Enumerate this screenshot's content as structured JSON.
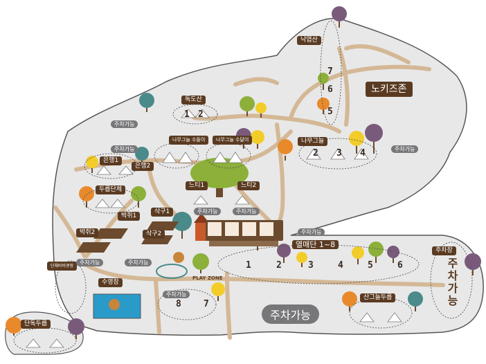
{
  "labels": {
    "dokdo": "독도산",
    "nakyeop": "낙엽산",
    "namugeuneul": "나무그늘",
    "namugeuneul_sudori": "나무그늘 수돌이",
    "namugeuneul_sunari": "나무그늘 수달이",
    "eunhaeng": "은행1",
    "eunhaeng2": "은행2",
    "dancheong": "두릅단체",
    "bakjwi": "박쥐1",
    "baljwi2": "박쥐2",
    "neuti1": "느티1",
    "neuti2": "느티2",
    "sagu1": "삭구1",
    "sagu2": "삭구2",
    "yeolmae": "열매단 1~8",
    "sangeuneul": "산그늘두릅",
    "danjok": "단독두릅",
    "suyeong": "수영장",
    "parking_lot": "주차장",
    "nokids": "노키즈존",
    "play_zone": "PLAY ZONE",
    "sauna": "단체바비큐장"
  },
  "parking": {
    "small": "주차가능",
    "big": "주차가능",
    "vertical": "주차가능"
  },
  "numbers": {
    "dokdo": [
      "1",
      "2"
    ],
    "nakyeop": [
      "7",
      "6",
      "5"
    ],
    "namu": [
      "2",
      "3",
      "4"
    ],
    "yeolmae": [
      "1",
      "2",
      "3",
      "4",
      "5",
      "6"
    ],
    "bottom": [
      "8",
      "7"
    ]
  },
  "colors": {
    "ground": "#e8e8e8",
    "outline": "#555555",
    "path": "#d4b896",
    "label_bg": "#5a3b22",
    "tree_green": "#8cb03a",
    "tree_orange": "#e88a2c",
    "tree_yellow": "#f2cd2a",
    "tree_purple": "#7a5a7a",
    "tree_teal": "#4a8a8a",
    "tent": "#ffffff"
  }
}
